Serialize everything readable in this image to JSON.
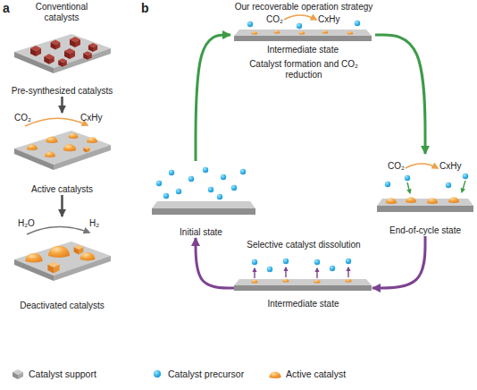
{
  "diagram": {
    "nodes": [
      {
        "text": [
          "Pre-synthesized catalysts"
        ]
      },
      {
        "text": [
          "CO₂",
          "CxHy",
          "Active catalysts"
        ]
      },
      {
        "text": [
          "H₂O",
          "H₂",
          "Deactivated catalysts"
        ]
      },
      {
        "text": [
          "CO₂",
          "CxHy",
          "Intermediate state"
        ]
      },
      {
        "text": [
          "Initial state"
        ]
      },
      {
        "text": [
          "CO₂",
          "CxHy",
          "End-of-cycle state"
        ]
      },
      {
        "text": [
          "Intermediate state"
        ]
      }
    ],
    "edges": [
      {
        "from": 0,
        "to": 1,
        "arrow": "to"
      },
      {
        "from": 1,
        "to": 2,
        "arrow": "to"
      },
      {
        "from": 4,
        "to": 3,
        "arrow": "to"
      },
      {
        "from": 3,
        "to": 5,
        "arrow": "to"
      },
      {
        "from": 5,
        "to": 6,
        "arrow": "to"
      },
      {
        "from": 6,
        "to": 4,
        "arrow": "to"
      }
    ],
    "labels": [
      "a",
      "Conventional catalysts",
      "b",
      "Our recoverable operation strategy",
      "Catalyst formation and CO₂ reduction",
      "Selective catalyst dissolution"
    ],
    "legend": [
      {
        "text": "Catalyst support"
      },
      {
        "text": "Catalyst precursor"
      },
      {
        "text": "Active catalyst"
      }
    ]
  }
}
